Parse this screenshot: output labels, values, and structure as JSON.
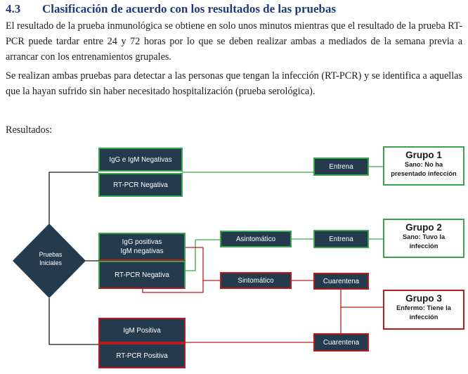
{
  "section": {
    "number": "4.3",
    "title": "Clasificación de acuerdo con los resultados de las pruebas"
  },
  "paragraphs": [
    "El resultado de la prueba inmunológica se obtiene en solo unos minutos mientras que el resultado de la prueba RT-PCR puede tardar entre 24 y 72 horas por lo que se deben realizar ambas a mediados de la semana previa a arrancar con los entrenamientos grupales.",
    "Se realizan ambas pruebas para detectar a las personas que tengan la infección (RT-PCR) y se identifica a aquellas que la hayan sufrido sin haber necesitado hospitalización (prueba serológica).",
    "Resultados:"
  ],
  "diagram": {
    "start": {
      "line1": "Pruebas",
      "line2": "Iniciales"
    },
    "tests": {
      "igg_igm_negativas": "IgG e IgM Negativas",
      "rtpcr_negativa_1": "RT-PCR Negativa",
      "igg_positivas": "IgG positivas",
      "igm_negativas": "IgM negativas",
      "rtpcr_negativa_2": "RT-PCR Negativa",
      "igm_positiva": "IgM Positiva",
      "rtpcr_positiva": "RT-PCR Positiva"
    },
    "symptoms": {
      "asintomatico": "Asintomático",
      "sintomatico": "Sintomático"
    },
    "actions": {
      "entrena_1": "Entrena",
      "entrena_2": "Entrena",
      "cuarentena_1": "Cuarentena",
      "cuarentena_2": "Cuarentena"
    },
    "groups": [
      {
        "title": "Grupo 1",
        "line1": "Sano: No ha",
        "line2": "presentado infección"
      },
      {
        "title": "Grupo 2",
        "line1": "Sano: Tuvo la",
        "line2": "infección"
      },
      {
        "title": "Grupo 3",
        "line1": "Enfermo: Tiene la",
        "line2": "infección"
      }
    ]
  },
  "colors": {
    "heading": "#1f3a78",
    "box_fill": "#243a4d",
    "green": "#3aa34a",
    "red": "#b71c1c",
    "connector": "#1a1a1a"
  }
}
